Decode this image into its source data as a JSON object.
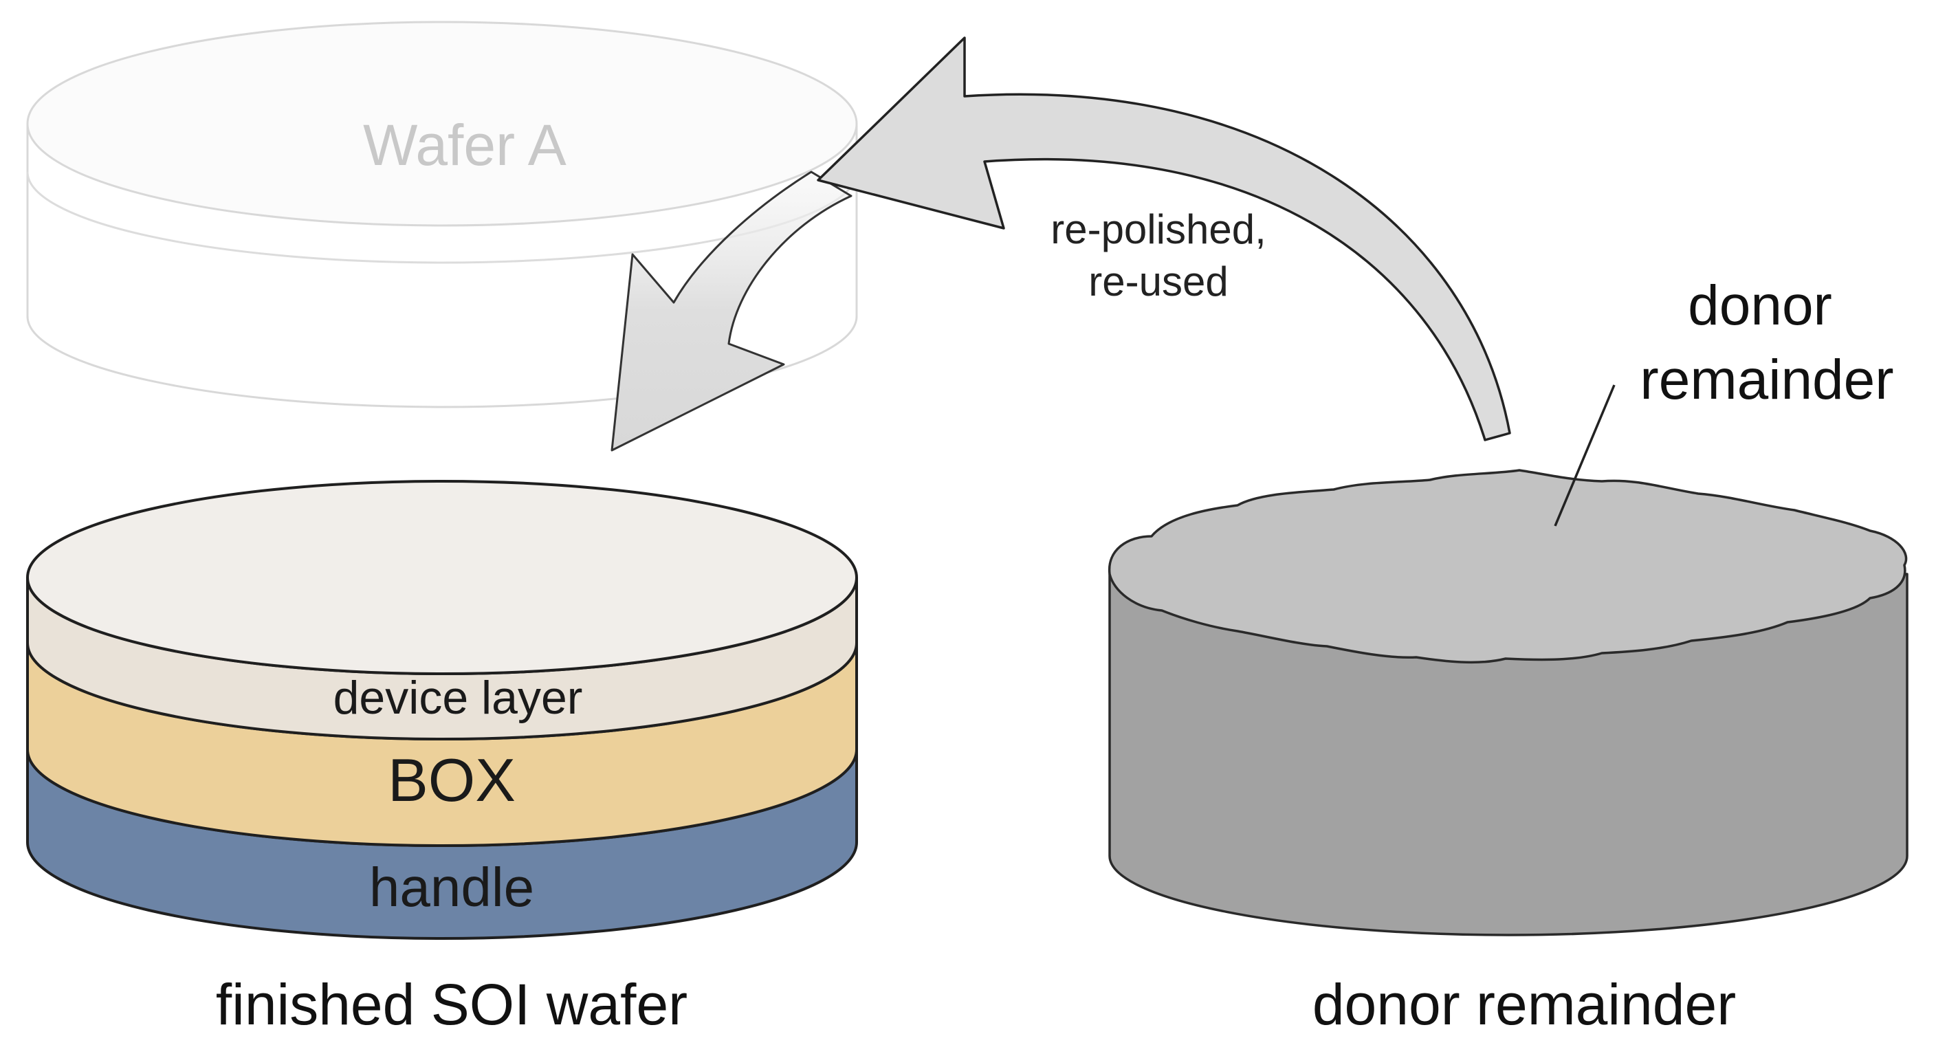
{
  "ghost_wafer": {
    "label": "Wafer A"
  },
  "arrow": {
    "label_line1": "re-polished,",
    "label_line2": "re-used"
  },
  "soi_wafer": {
    "layers": {
      "device": "device layer",
      "box": "BOX",
      "handle": "handle"
    },
    "caption": "finished SOI wafer"
  },
  "donor": {
    "callout_line1": "donor",
    "callout_line2": "remainder",
    "caption": "donor remainder"
  },
  "colors": {
    "device_layer": "#e9e2d8",
    "device_top": "#f1eeea",
    "box_layer": "#ecd09a",
    "handle_layer": "#6c84a6",
    "donor_side": "#a2a2a2",
    "donor_top": "#c2c2c2",
    "arrow_fill": "#dcdcdc",
    "ghost_stroke": "#d8d8d8",
    "ghost_text": "#c8c8c8"
  }
}
